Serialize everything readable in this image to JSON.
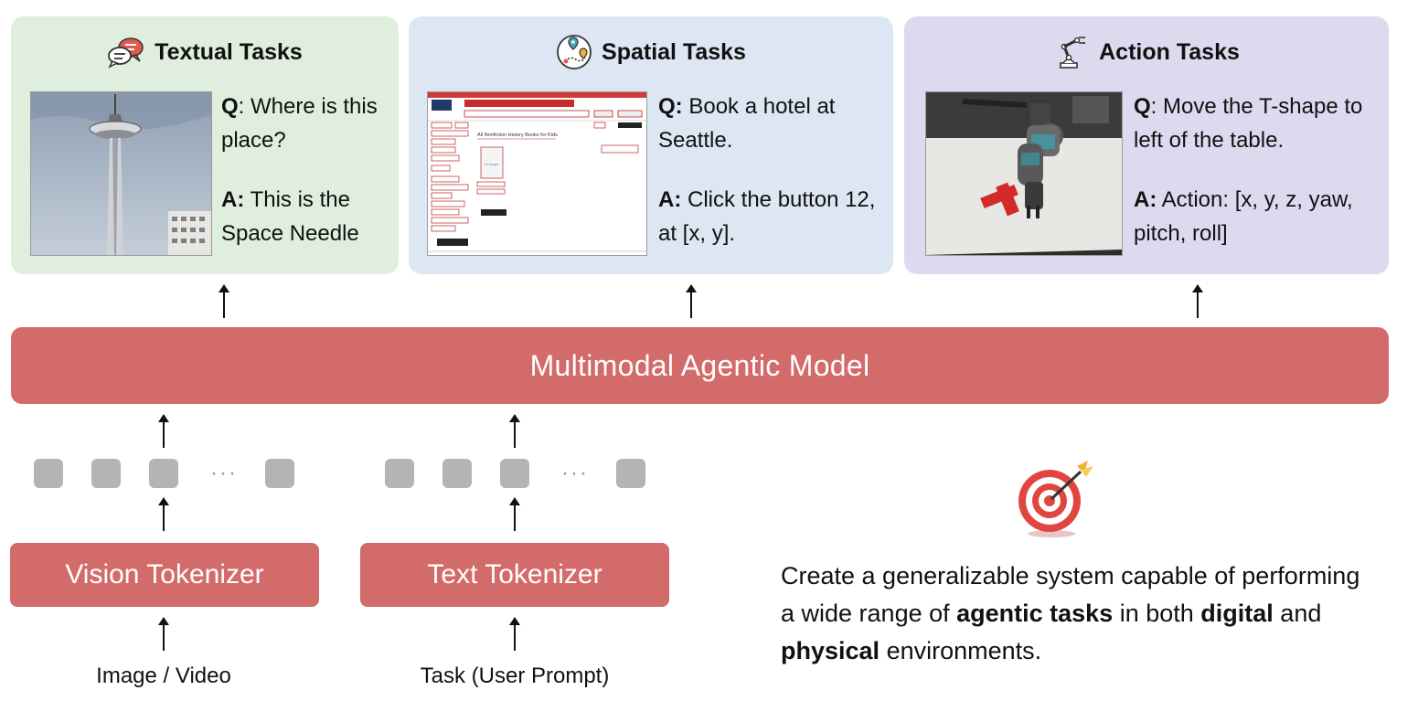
{
  "panels": {
    "textual": {
      "title": "Textual Tasks",
      "q_label": "Q",
      "question": ": Where is this place?",
      "a_label": "A:",
      "answer": " This is the Space Needle"
    },
    "spatial": {
      "title": "Spatial Tasks",
      "q_label": "Q:",
      "question": " Book a hotel at Seattle.",
      "a_label": "A:",
      "answer": " Click the button 12, at [x, y].",
      "screenshot_heading": "All Nonfiction History Books for Kids"
    },
    "action": {
      "title": "Action Tasks",
      "q_label": "Q",
      "question": ": Move the T-shape to left of the table.",
      "a_label": "A:",
      "answer": " Action: [x, y, z, yaw, pitch, roll]"
    }
  },
  "model": {
    "label": "Multimodal Agentic Model"
  },
  "tokenizers": {
    "vision": {
      "label": "Vision Tokenizer",
      "input": "Image / Video",
      "ellipsis": "···"
    },
    "text": {
      "label": "Text Tokenizer",
      "input": "Task (User Prompt)",
      "ellipsis": "···"
    }
  },
  "goal": {
    "part1": "Create a generalizable system capable of performing a wide range of ",
    "bold1": "agentic tasks",
    "part2": " in both ",
    "bold2": "digital",
    "part3": " and ",
    "bold3": "physical",
    "part4": " environments."
  },
  "colors": {
    "model_red": "#d46b6b",
    "textual_bg": "#dfeedd",
    "spatial_bg": "#dde6f3",
    "action_bg": "#ddd9ee",
    "token_gray": "#b4b4b4"
  },
  "icons": {
    "textual": "chat-bubbles-icon",
    "spatial": "map-pin-route-icon",
    "action": "robot-arm-icon",
    "goal": "target-dartboard-icon"
  }
}
